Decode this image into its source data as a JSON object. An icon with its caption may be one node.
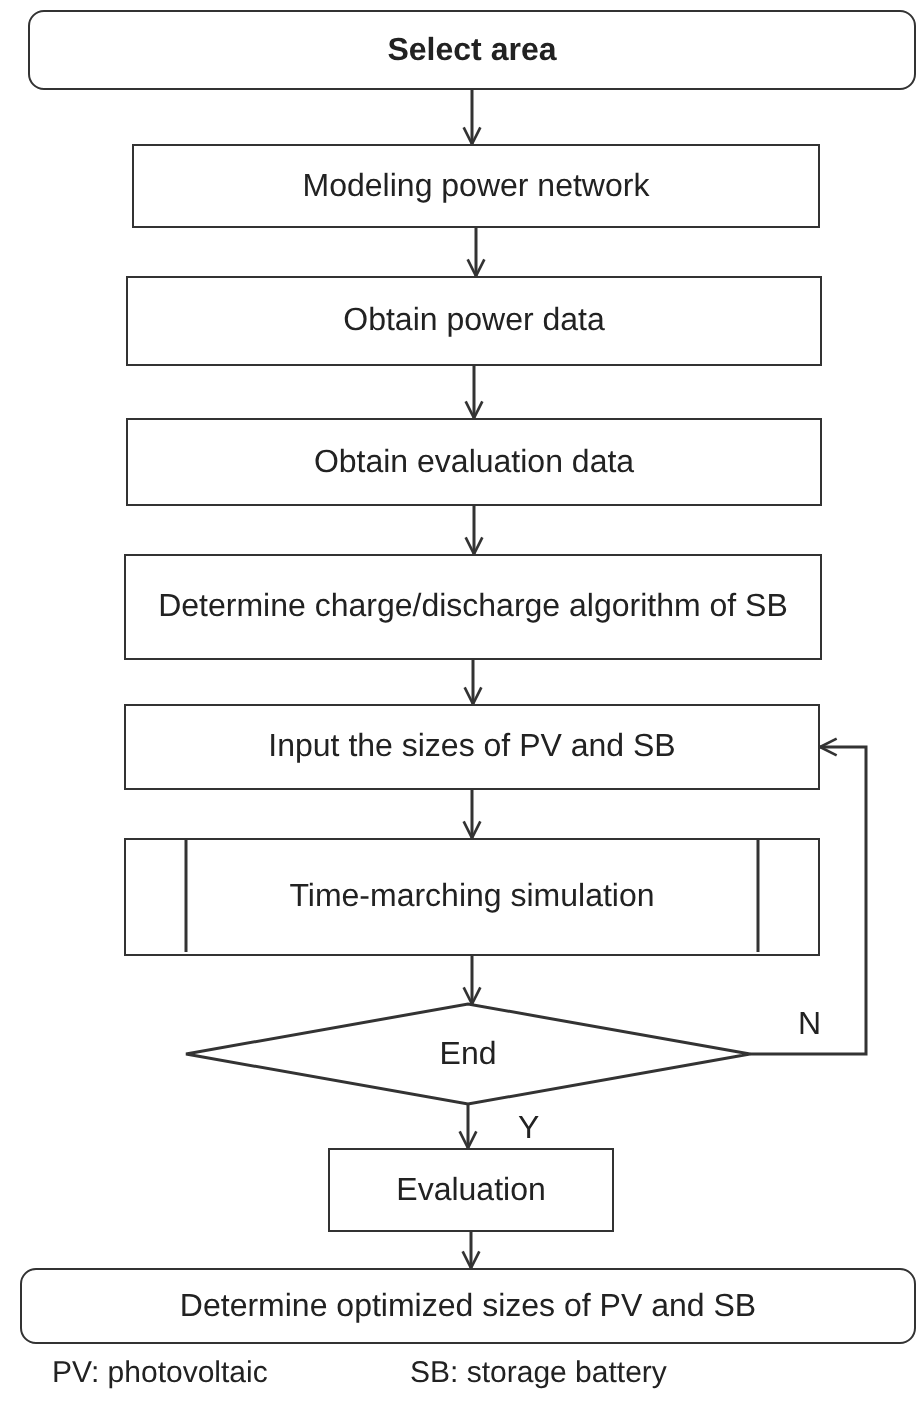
{
  "diagram": {
    "nodes": [
      {
        "text": [
          "Select area"
        ]
      },
      {
        "text": [
          "Modeling power network"
        ]
      },
      {
        "text": [
          "Obtain power data"
        ]
      },
      {
        "text": [
          "Obtain evaluation data"
        ]
      },
      {
        "text": [
          "Determine charge/discharge algorithm of SB"
        ]
      },
      {
        "text": [
          "Input the sizes of PV and SB"
        ]
      },
      {
        "text": [
          "Time-marching simulation"
        ]
      },
      {
        "text": [
          "End"
        ]
      },
      {
        "text": [
          "Evaluation"
        ]
      },
      {
        "text": [
          "Determine optimized sizes of PV and SB"
        ]
      }
    ],
    "edges": [
      {
        "from": 0,
        "to": 1,
        "arrow": "to"
      },
      {
        "from": 1,
        "to": 2,
        "arrow": "to"
      },
      {
        "from": 2,
        "to": 3,
        "arrow": "to"
      },
      {
        "from": 3,
        "to": 4,
        "arrow": "to"
      },
      {
        "from": 4,
        "to": 5,
        "arrow": "to"
      },
      {
        "from": 5,
        "to": 6,
        "arrow": "to"
      },
      {
        "from": 6,
        "to": 7,
        "arrow": "to"
      },
      {
        "from": 7,
        "to": 8,
        "label": "Y",
        "arrow": "to"
      },
      {
        "from": 7,
        "to": 5,
        "label": "N",
        "arrow": "to"
      },
      {
        "from": 8,
        "to": 9,
        "arrow": "to"
      }
    ],
    "labels": [
      "PV: photovoltaic",
      "SB: storage battery"
    ]
  }
}
